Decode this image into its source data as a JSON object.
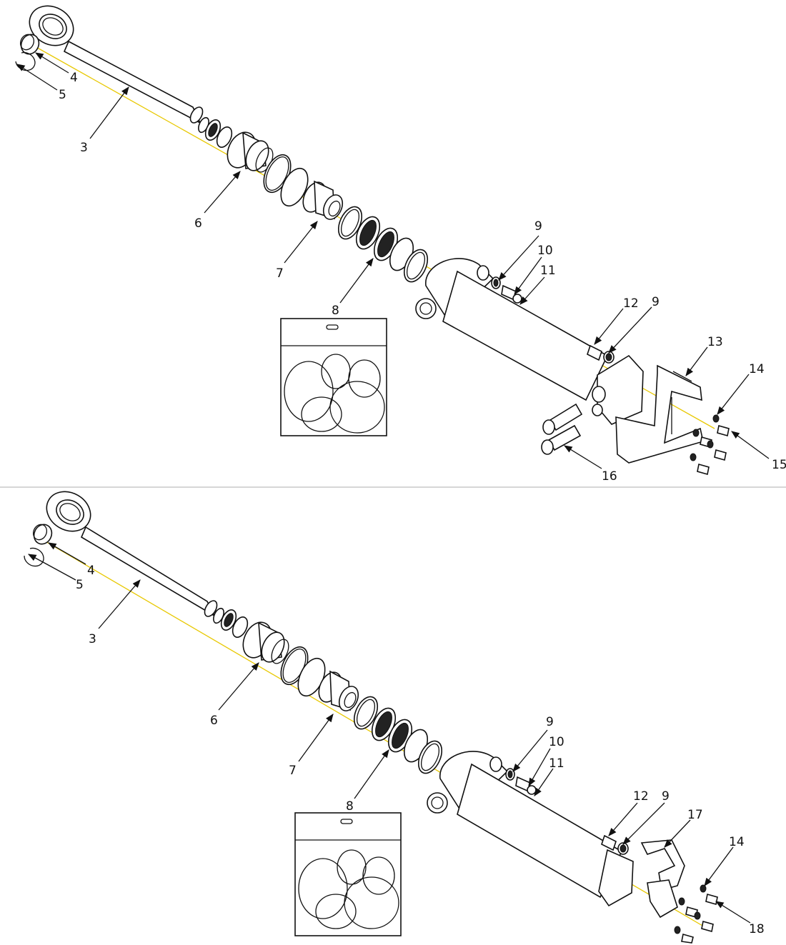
{
  "upper": {
    "labels": {
      "rod": "3",
      "bush": "4",
      "circlip": "5",
      "gland": "6",
      "piston": "7",
      "seal_kit": "8",
      "washer_a": "9",
      "union": "10",
      "oring": "11",
      "fitting": "12",
      "washer_b": "9",
      "bracket": "13",
      "lock_washer": "14",
      "bolt": "15",
      "coupler": "16"
    }
  },
  "lower": {
    "labels": {
      "rod": "3",
      "bush": "4",
      "circlip": "5",
      "gland": "6",
      "piston": "7",
      "seal_kit": "8",
      "washer_a": "9",
      "union": "10",
      "oring": "11",
      "fitting": "12",
      "washer_b": "9",
      "bracket": "17",
      "lock_washer": "14",
      "bolt": "18"
    }
  },
  "colors": {
    "line": "#111111",
    "axis": "#e8c800",
    "divider": "#bdbdbd"
  }
}
